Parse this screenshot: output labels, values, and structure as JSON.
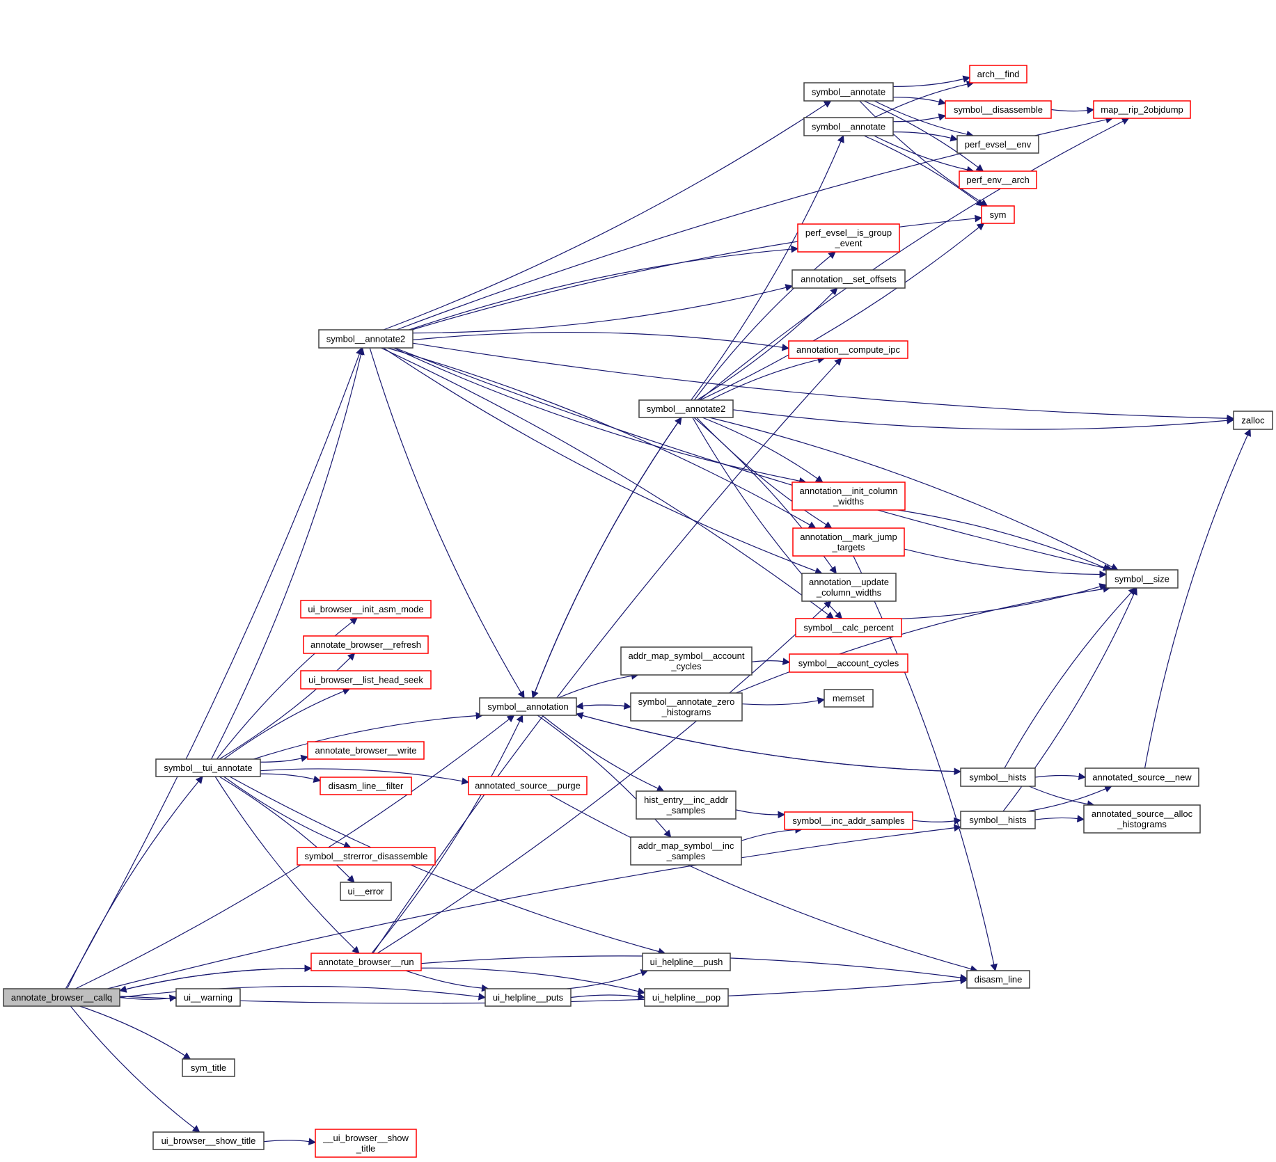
{
  "title": "annotate_browser__callq call graph",
  "colors": {
    "edge": "#191970",
    "node_border": "#404040",
    "undocumented_border": "#ff0000",
    "root_fill": "#bfbfbf",
    "node_fill": "#ffffff"
  },
  "nodes": [
    {
      "id": "callq",
      "lines": [
        "annotate_browser__callq"
      ],
      "style": "root"
    },
    {
      "id": "ui_warning",
      "lines": [
        "ui__warning"
      ],
      "style": "normal"
    },
    {
      "id": "sym_title",
      "lines": [
        "sym_title"
      ],
      "style": "normal"
    },
    {
      "id": "show_title",
      "lines": [
        "ui_browser__show_title"
      ],
      "style": "normal"
    },
    {
      "id": "__show_title",
      "lines": [
        "__ui_browser__show",
        "_title"
      ],
      "style": "red"
    },
    {
      "id": "tui_annotate",
      "lines": [
        "symbol__tui_annotate"
      ],
      "style": "normal"
    },
    {
      "id": "annotate2_l",
      "lines": [
        "symbol__annotate2"
      ],
      "style": "normal"
    },
    {
      "id": "init_asm_mode",
      "lines": [
        "ui_browser__init_asm_mode"
      ],
      "style": "red"
    },
    {
      "id": "br_refresh",
      "lines": [
        "annotate_browser__refresh"
      ],
      "style": "red"
    },
    {
      "id": "list_head_seek",
      "lines": [
        "ui_browser__list_head_seek"
      ],
      "style": "red"
    },
    {
      "id": "br_write",
      "lines": [
        "annotate_browser__write"
      ],
      "style": "red"
    },
    {
      "id": "dl_filter",
      "lines": [
        "disasm_line__filter"
      ],
      "style": "red"
    },
    {
      "id": "strerror",
      "lines": [
        "symbol__strerror_disassemble"
      ],
      "style": "red"
    },
    {
      "id": "ui_error",
      "lines": [
        "ui__error"
      ],
      "style": "normal"
    },
    {
      "id": "br_run",
      "lines": [
        "annotate_browser__run"
      ],
      "style": "red"
    },
    {
      "id": "helpline_puts",
      "lines": [
        "ui_helpline__puts"
      ],
      "style": "normal"
    },
    {
      "id": "helpline_push",
      "lines": [
        "ui_helpline__push"
      ],
      "style": "normal"
    },
    {
      "id": "helpline_pop",
      "lines": [
        "ui_helpline__pop"
      ],
      "style": "normal"
    },
    {
      "id": "annotation",
      "lines": [
        "symbol__annotation"
      ],
      "style": "normal"
    },
    {
      "id": "src_purge",
      "lines": [
        "annotated_source__purge"
      ],
      "style": "red"
    },
    {
      "id": "annotate2_r",
      "lines": [
        "symbol__annotate2"
      ],
      "style": "normal"
    },
    {
      "id": "annotate_a",
      "lines": [
        "symbol__annotate"
      ],
      "style": "normal"
    },
    {
      "id": "annotate_b",
      "lines": [
        "symbol__annotate"
      ],
      "style": "normal"
    },
    {
      "id": "arch_find",
      "lines": [
        "arch__find"
      ],
      "style": "red"
    },
    {
      "id": "disassemble",
      "lines": [
        "symbol__disassemble"
      ],
      "style": "red"
    },
    {
      "id": "evsel_env",
      "lines": [
        "perf_evsel__env"
      ],
      "style": "normal"
    },
    {
      "id": "env_arch",
      "lines": [
        "perf_env__arch"
      ],
      "style": "red"
    },
    {
      "id": "sym",
      "lines": [
        "sym"
      ],
      "style": "red"
    },
    {
      "id": "rip_2objdump",
      "lines": [
        "map__rip_2objdump"
      ],
      "style": "red"
    },
    {
      "id": "is_group",
      "lines": [
        "perf_evsel__is_group",
        "_event"
      ],
      "style": "red"
    },
    {
      "id": "set_offsets",
      "lines": [
        "annotation__set_offsets"
      ],
      "style": "normal"
    },
    {
      "id": "compute_ipc",
      "lines": [
        "annotation__compute_ipc"
      ],
      "style": "red"
    },
    {
      "id": "zalloc",
      "lines": [
        "zalloc"
      ],
      "style": "normal"
    },
    {
      "id": "init_col",
      "lines": [
        "annotation__init_column",
        "_widths"
      ],
      "style": "red"
    },
    {
      "id": "mark_jump",
      "lines": [
        "annotation__mark_jump",
        "_targets"
      ],
      "style": "red"
    },
    {
      "id": "update_col",
      "lines": [
        "annotation__update",
        "_column_widths"
      ],
      "style": "normal"
    },
    {
      "id": "calc_percent",
      "lines": [
        "symbol__calc_percent"
      ],
      "style": "red"
    },
    {
      "id": "sym_size",
      "lines": [
        "symbol__size"
      ],
      "style": "normal"
    },
    {
      "id": "ams_account",
      "lines": [
        "addr_map_symbol__account",
        "_cycles"
      ],
      "style": "normal"
    },
    {
      "id": "account_cycles",
      "lines": [
        "symbol__account_cycles"
      ],
      "style": "red"
    },
    {
      "id": "zero_hist",
      "lines": [
        "symbol__annotate_zero",
        "_histograms"
      ],
      "style": "normal"
    },
    {
      "id": "memset",
      "lines": [
        "memset"
      ],
      "style": "normal"
    },
    {
      "id": "he_inc",
      "lines": [
        "hist_entry__inc_addr",
        "_samples"
      ],
      "style": "normal"
    },
    {
      "id": "ams_inc",
      "lines": [
        "addr_map_symbol__inc",
        "_samples"
      ],
      "style": "normal"
    },
    {
      "id": "inc_addr",
      "lines": [
        "symbol__inc_addr_samples"
      ],
      "style": "red"
    },
    {
      "id": "hists_a",
      "lines": [
        "symbol__hists"
      ],
      "style": "normal"
    },
    {
      "id": "hists_b",
      "lines": [
        "symbol__hists"
      ],
      "style": "normal"
    },
    {
      "id": "src_new",
      "lines": [
        "annotated_source__new"
      ],
      "style": "normal"
    },
    {
      "id": "src_alloc",
      "lines": [
        "annotated_source__alloc",
        "_histograms"
      ],
      "style": "normal"
    },
    {
      "id": "disasm_line",
      "lines": [
        "disasm_line"
      ],
      "style": "normal"
    }
  ],
  "edges": [
    [
      "callq",
      "ui_warning"
    ],
    [
      "callq",
      "sym_title"
    ],
    [
      "callq",
      "show_title"
    ],
    [
      "callq",
      "tui_annotate"
    ],
    [
      "callq",
      "annotate2_l"
    ],
    [
      "callq",
      "helpline_puts"
    ],
    [
      "callq",
      "disasm_line"
    ],
    [
      "callq",
      "hists_b"
    ],
    [
      "callq",
      "annotation"
    ],
    [
      "callq",
      "br_run"
    ],
    [
      "br_run",
      "callq"
    ],
    [
      "show_title",
      "__show_title"
    ],
    [
      "tui_annotate",
      "annotate2_l"
    ],
    [
      "tui_annotate",
      "init_asm_mode"
    ],
    [
      "tui_annotate",
      "br_refresh"
    ],
    [
      "tui_annotate",
      "list_head_seek"
    ],
    [
      "tui_annotate",
      "br_write"
    ],
    [
      "tui_annotate",
      "dl_filter"
    ],
    [
      "tui_annotate",
      "strerror"
    ],
    [
      "tui_annotate",
      "ui_error"
    ],
    [
      "tui_annotate",
      "br_run"
    ],
    [
      "tui_annotate",
      "annotation"
    ],
    [
      "tui_annotate",
      "helpline_push"
    ],
    [
      "tui_annotate",
      "src_purge"
    ],
    [
      "br_run",
      "helpline_puts"
    ],
    [
      "br_run",
      "helpline_pop"
    ],
    [
      "br_run",
      "annotation"
    ],
    [
      "br_run",
      "disasm_line"
    ],
    [
      "br_run",
      "update_col"
    ],
    [
      "br_run",
      "compute_ipc"
    ],
    [
      "helpline_puts",
      "helpline_push"
    ],
    [
      "helpline_puts",
      "helpline_pop"
    ],
    [
      "annotate2_l",
      "annotate_a"
    ],
    [
      "annotate2_l",
      "rip_2objdump"
    ],
    [
      "annotate2_l",
      "zalloc"
    ],
    [
      "annotate2_l",
      "sym"
    ],
    [
      "annotate2_l",
      "sym_size"
    ],
    [
      "annotate2_l",
      "is_group"
    ],
    [
      "annotate2_l",
      "set_offsets"
    ],
    [
      "annotate2_l",
      "compute_ipc"
    ],
    [
      "annotate2_l",
      "init_col"
    ],
    [
      "annotate2_l",
      "mark_jump"
    ],
    [
      "annotate2_l",
      "update_col"
    ],
    [
      "annotate2_l",
      "calc_percent"
    ],
    [
      "annotate2_l",
      "annotation"
    ],
    [
      "annotation",
      "annotate2_r"
    ],
    [
      "annotate2_r",
      "annotation"
    ],
    [
      "annotation",
      "zero_hist"
    ],
    [
      "zero_hist",
      "annotation"
    ],
    [
      "annotation",
      "ams_account"
    ],
    [
      "annotation",
      "he_inc"
    ],
    [
      "annotation",
      "ams_inc"
    ],
    [
      "annotation",
      "hists_a"
    ],
    [
      "hists_a",
      "annotation"
    ],
    [
      "annotate2_r",
      "annotate_b"
    ],
    [
      "annotate2_r",
      "is_group"
    ],
    [
      "annotate2_r",
      "set_offsets"
    ],
    [
      "annotate2_r",
      "compute_ipc"
    ],
    [
      "annotate2_r",
      "sym"
    ],
    [
      "annotate2_r",
      "rip_2objdump"
    ],
    [
      "annotate2_r",
      "zalloc"
    ],
    [
      "annotate2_r",
      "init_col"
    ],
    [
      "annotate2_r",
      "mark_jump"
    ],
    [
      "annotate2_r",
      "update_col"
    ],
    [
      "annotate2_r",
      "calc_percent"
    ],
    [
      "annotate2_r",
      "sym_size"
    ],
    [
      "annotate_a",
      "arch_find"
    ],
    [
      "annotate_a",
      "disassemble"
    ],
    [
      "annotate_a",
      "evsel_env"
    ],
    [
      "annotate_a",
      "env_arch"
    ],
    [
      "annotate_a",
      "sym"
    ],
    [
      "annotate_b",
      "arch_find"
    ],
    [
      "annotate_b",
      "disassemble"
    ],
    [
      "annotate_b",
      "evsel_env"
    ],
    [
      "annotate_b",
      "env_arch"
    ],
    [
      "annotate_b",
      "sym"
    ],
    [
      "disassemble",
      "rip_2objdump"
    ],
    [
      "init_col",
      "sym_size"
    ],
    [
      "mark_jump",
      "sym_size"
    ],
    [
      "mark_jump",
      "disasm_line"
    ],
    [
      "calc_percent",
      "sym_size"
    ],
    [
      "ams_account",
      "account_cycles"
    ],
    [
      "zero_hist",
      "memset"
    ],
    [
      "zero_hist",
      "sym_size"
    ],
    [
      "he_inc",
      "inc_addr"
    ],
    [
      "ams_inc",
      "inc_addr"
    ],
    [
      "inc_addr",
      "hists_b"
    ],
    [
      "hists_a",
      "src_new"
    ],
    [
      "hists_a",
      "src_alloc"
    ],
    [
      "hists_a",
      "sym_size"
    ],
    [
      "hists_b",
      "src_new"
    ],
    [
      "hists_b",
      "src_alloc"
    ],
    [
      "hists_b",
      "sym_size"
    ],
    [
      "src_new",
      "zalloc"
    ],
    [
      "src_purge",
      "disasm_line"
    ]
  ]
}
